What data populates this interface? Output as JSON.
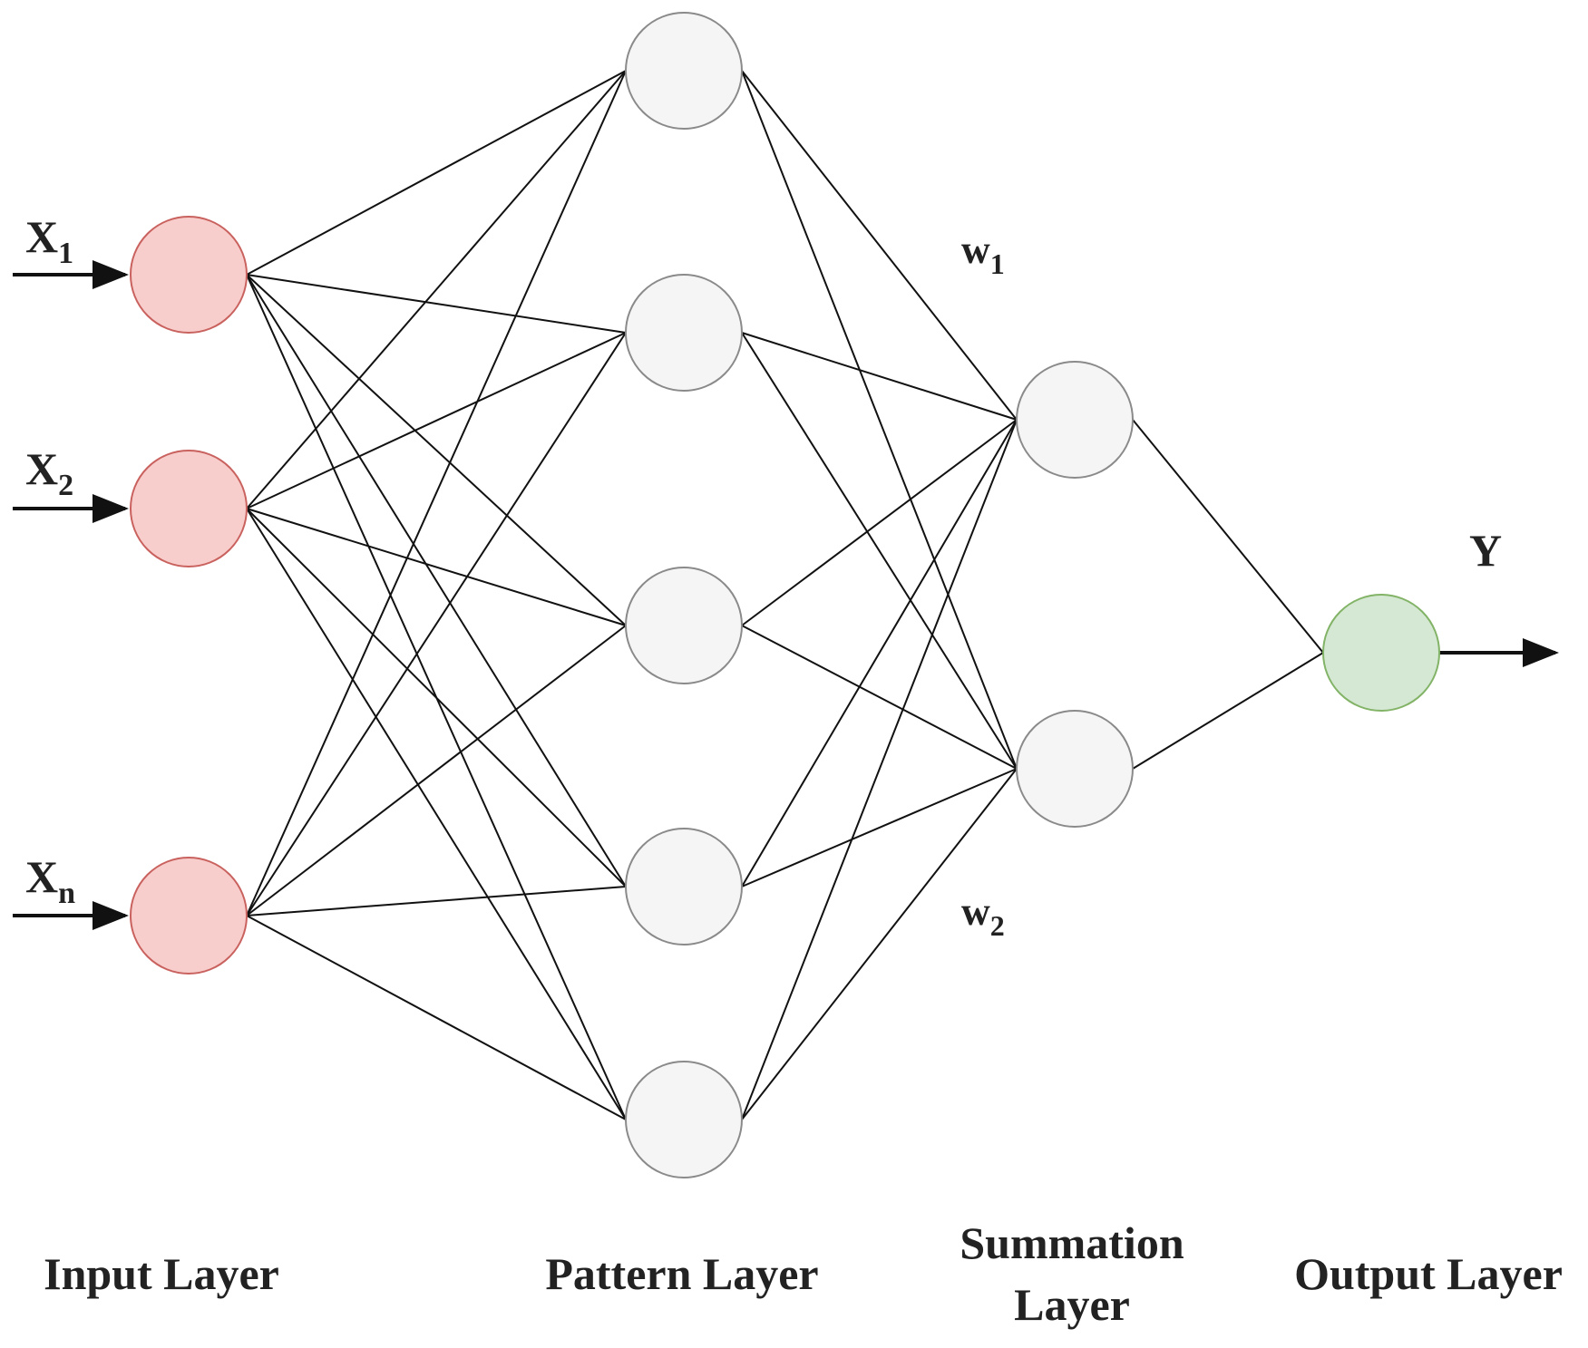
{
  "inputs": [
    {
      "base": "X",
      "sub": "1"
    },
    {
      "base": "X",
      "sub": "2"
    },
    {
      "base": "X",
      "sub": "n"
    }
  ],
  "output": {
    "label": "Y"
  },
  "weights": [
    {
      "base": "w",
      "sub": "1"
    },
    {
      "base": "w",
      "sub": "2"
    }
  ],
  "layers": {
    "input": "Input Layer",
    "pattern": "Pattern Layer",
    "summation_line1": "Summation",
    "summation_line2": "Layer",
    "output": "Output Layer"
  },
  "node_counts": {
    "input": 3,
    "pattern": 5,
    "summation": 2,
    "output": 1
  },
  "colors": {
    "input_fill": "#f8cecc",
    "input_stroke": "#c9625e",
    "hidden_fill": "#f5f5f5",
    "hidden_stroke": "#8a8a8a",
    "output_fill": "#d5e8d4",
    "output_stroke": "#82b366"
  }
}
